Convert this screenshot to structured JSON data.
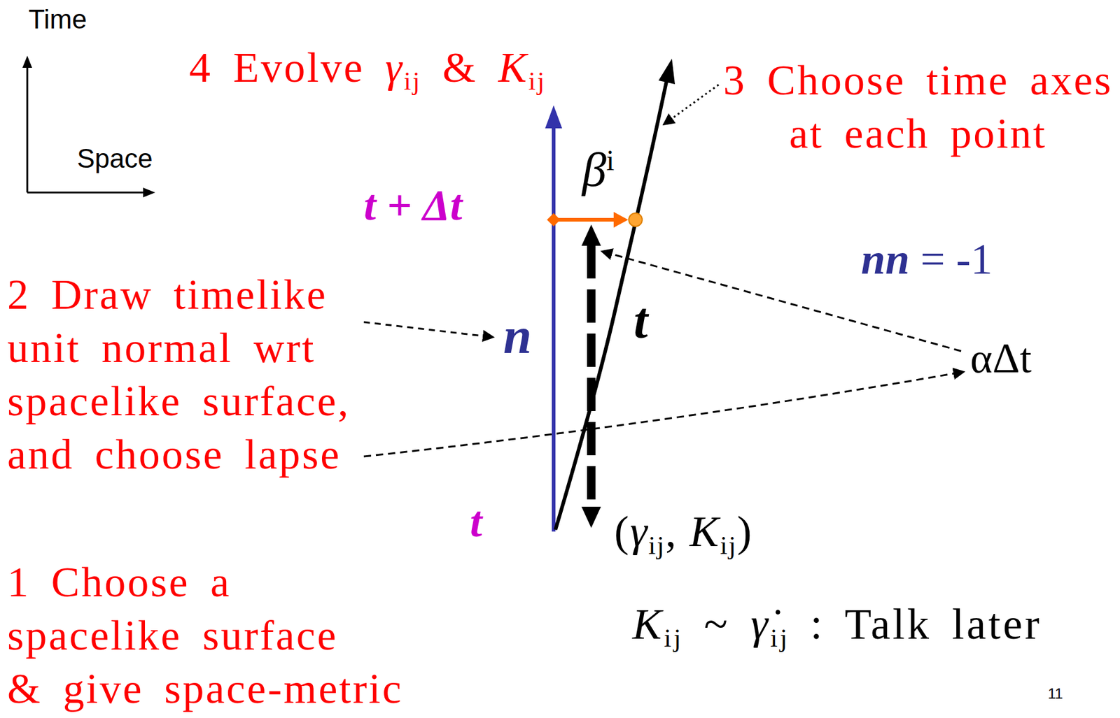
{
  "diagram": {
    "nodes": [
      {
        "text": [
          "t + Δt"
        ]
      },
      {
        "text": [
          "t",
          "(γij, Kij)"
        ]
      }
    ],
    "labels": [
      "Time",
      "Space",
      "4 Evolve γij & Kij",
      "3 Choose time axes at each point",
      "βi",
      "nn = -1",
      "2 Draw timelike unit normal wrt spacelike surface, and choose lapse",
      "n",
      "t",
      "αΔt",
      "Kij ~ γ̇ij : Talk later",
      "1 Choose a spacelike surface & give space-metric",
      "11"
    ]
  }
}
